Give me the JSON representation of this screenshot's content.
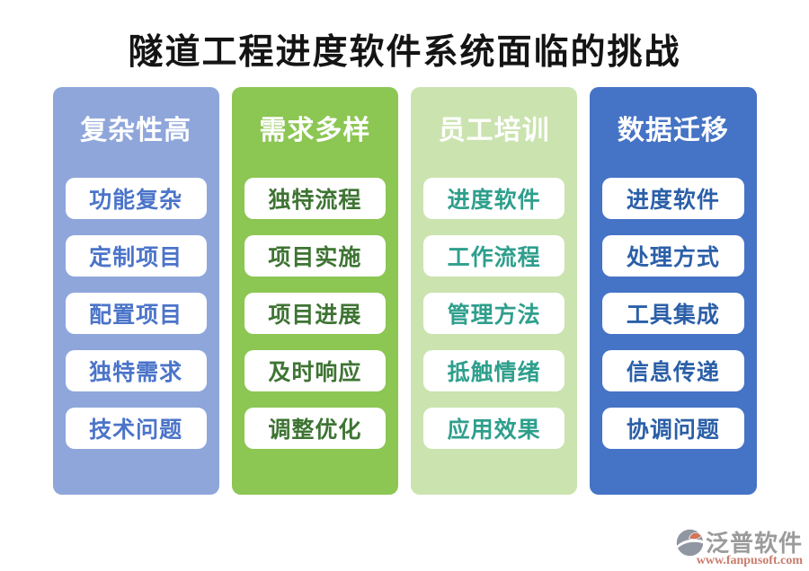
{
  "title": "隧道工程进度软件系统面临的挑战",
  "columns": [
    {
      "header": "复杂性高",
      "bg": "#8FA6DB",
      "text_color": "#4B74C9",
      "items": [
        "功能复杂",
        "定制项目",
        "配置项目",
        "独特需求",
        "技术问题"
      ]
    },
    {
      "header": "需求多样",
      "bg": "#8CC653",
      "text_color": "#3E7433",
      "items": [
        "独特流程",
        "项目实施",
        "项目进展",
        "及时响应",
        "调整优化"
      ]
    },
    {
      "header": "员工培训",
      "bg": "#CBE3AF",
      "text_color": "#2E9F8C",
      "items": [
        "进度软件",
        "工作流程",
        "管理方法",
        "抵触情绪",
        "应用效果"
      ]
    },
    {
      "header": "数据迁移",
      "bg": "#4573C5",
      "text_color": "#2B5FA8",
      "items": [
        "进度软件",
        "处理方式",
        "工具集成",
        "信息传递",
        "协调问题"
      ]
    }
  ],
  "footer": {
    "brand": "泛普软件",
    "url": "www.fanpusoft.com",
    "brand_color": "#9B9B9B",
    "url_color": "#C87C6C",
    "logo_icon": "pie-swirl-icon",
    "logo_gray": "#9097A2",
    "logo_orange": "#D4735A"
  }
}
